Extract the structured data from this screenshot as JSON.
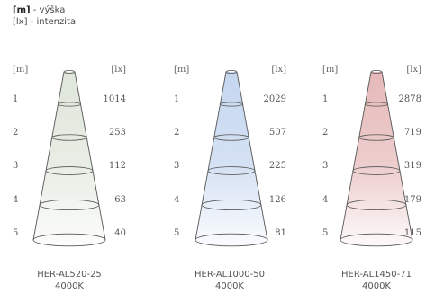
{
  "legend": {
    "m_key": "[m]",
    "m_text": " - výška",
    "lx_key": "[lx]",
    "lx_text": " - intenzita"
  },
  "headers": {
    "m": "[m]",
    "lx": "[lx]"
  },
  "heights": [
    "1",
    "2",
    "3",
    "4",
    "5"
  ],
  "products": [
    {
      "name": "HER-AL520-25",
      "cct": "4000K",
      "color": "#dfe6da",
      "lux": [
        "1014",
        "253",
        "112",
        "63",
        "40"
      ]
    },
    {
      "name": "HER-AL1000-50",
      "cct": "4000K",
      "color": "#c4d6ef",
      "lux": [
        "2029",
        "507",
        "225",
        "126",
        "81"
      ]
    },
    {
      "name": "HER-AL1450-71",
      "cct": "4000K",
      "color": "#e6b9b9",
      "lux": [
        "2878",
        "719",
        "319",
        "179",
        "115"
      ]
    }
  ]
}
